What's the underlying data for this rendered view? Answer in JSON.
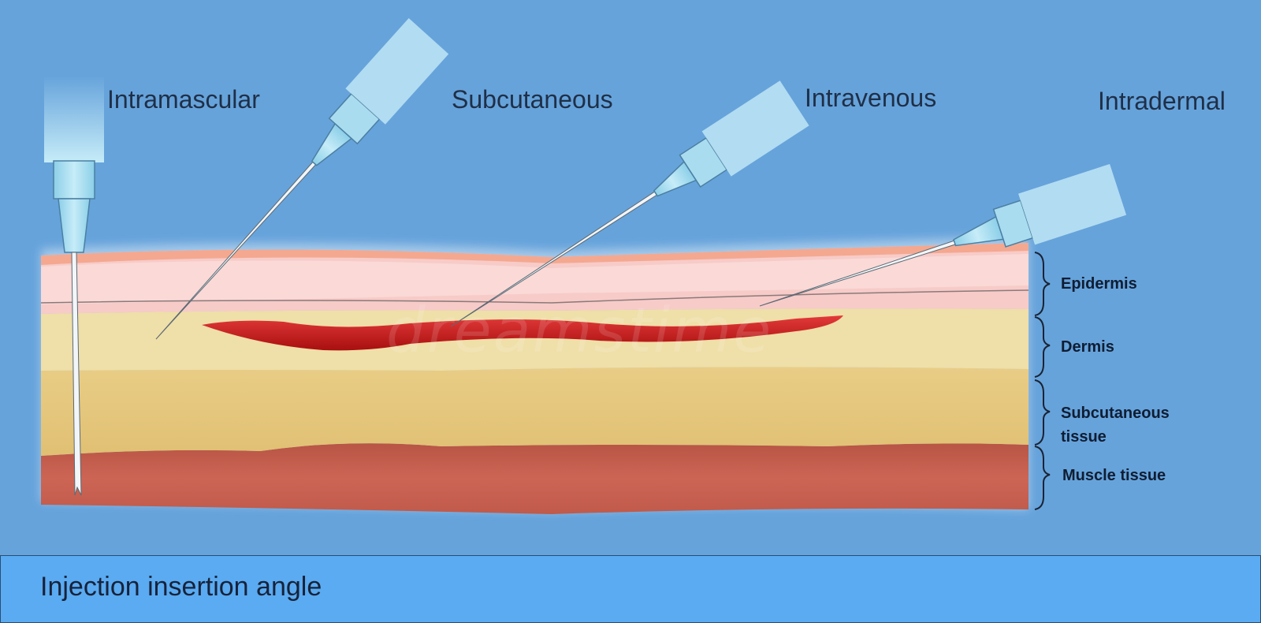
{
  "injections": {
    "intramuscular": "Intramascular",
    "subcutaneous": "Subcutaneous",
    "intravenous": "Intravenous",
    "intradermal": "Intradermal"
  },
  "layers": {
    "epidermis": "Epidermis",
    "dermis": "Dermis",
    "subcutaneous_line1": "Subcutaneous",
    "subcutaneous_line2": "tissue",
    "muscle": "Muscle tissue"
  },
  "caption": "Injection insertion angle",
  "watermark": "dreamstime",
  "colors": {
    "background": "#66a3db",
    "caption_bar": "#5aabf1",
    "epidermis": "#f6c4c4",
    "dermis": "#eedc9e",
    "subcutaneous": "#e6c77e",
    "muscle": "#c45c4e",
    "vein": "#c91616",
    "syringe": "#b9e4f3"
  }
}
